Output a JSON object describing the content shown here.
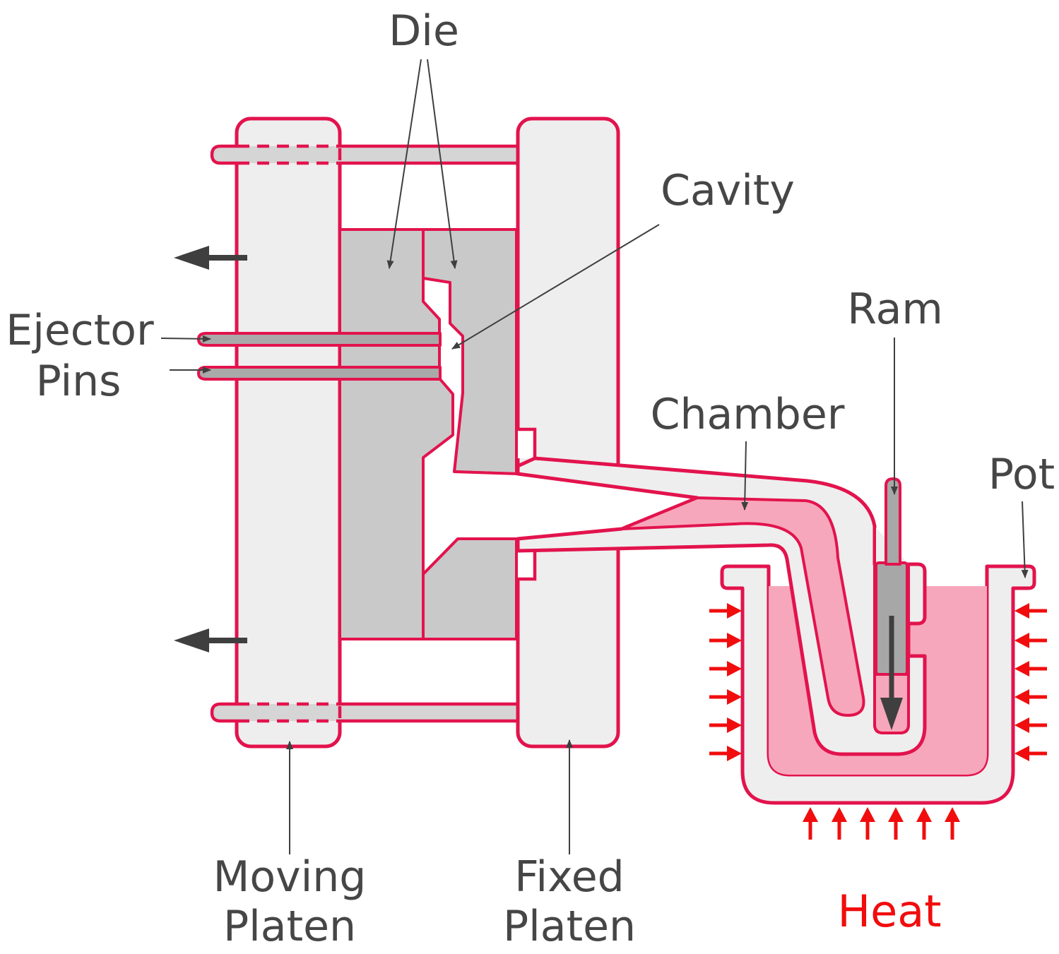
{
  "title": "Hot chamber die casting diagram",
  "labels": {
    "die": "Die",
    "cavity": "Cavity",
    "ejector_line1": "Ejector",
    "ejector_line2": "Pins",
    "chamber": "Chamber",
    "ram": "Ram",
    "pot": "Pot",
    "moving_line1": "Moving",
    "moving_line2": "Platen",
    "fixed_line1": "Fixed",
    "fixed_line2": "Platen",
    "heat": "Heat"
  },
  "theme": {
    "accent": "#e2134d",
    "pink": "#f7a7bb",
    "die": "#c9c9c9",
    "body": "#eeeeee",
    "bar": "#d5d5d5",
    "pin": "#a9a9a9",
    "ram": "#a7a7a7",
    "label": "#464646",
    "arrow": "#3f3f3f",
    "heat": "#f10d0d",
    "bg": "#ffffff"
  }
}
